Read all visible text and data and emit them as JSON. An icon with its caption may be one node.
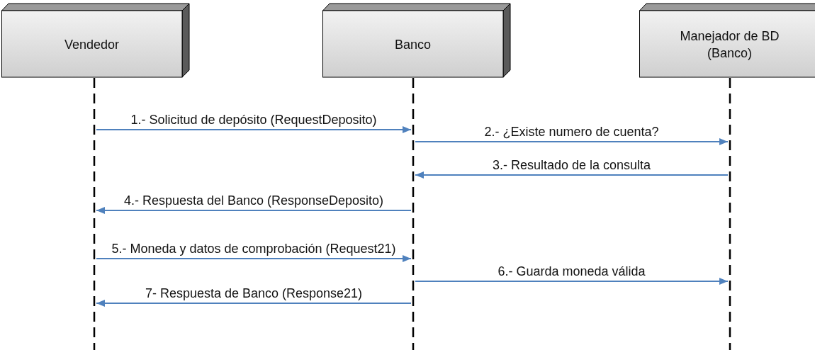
{
  "diagram": {
    "nodes": [
      {
        "text": [
          "Vendedor"
        ]
      },
      {
        "text": [
          "Banco"
        ]
      },
      {
        "text": [
          "Manejador de BD (Banco)"
        ]
      },
      {
        "text": [],
        "shape": "line"
      },
      {
        "text": [],
        "shape": "line"
      },
      {
        "text": [],
        "shape": "line"
      }
    ],
    "edges": [
      {
        "from": 3,
        "to": 4,
        "arrow": "to",
        "label": "1.- Solicitud de depósito (RequestDeposito)"
      },
      {
        "from": 4,
        "to": 5,
        "arrow": "to",
        "label": "2.- ¿Existe numero de cuenta?"
      },
      {
        "from": 5,
        "to": 4,
        "arrow": "to",
        "label": "3.- Resultado de la consulta"
      },
      {
        "from": 4,
        "to": 3,
        "arrow": "to",
        "label": "4.- Respuesta del Banco (ResponseDeposito)"
      },
      {
        "from": 3,
        "to": 4,
        "arrow": "to",
        "label": "5.- Moneda y datos de comprobación (Request21)"
      },
      {
        "from": 4,
        "to": 5,
        "arrow": "to",
        "label": "6.- Guarda moneda válida"
      },
      {
        "from": 4,
        "to": 3,
        "arrow": "to",
        "label": "7- Respuesta de Banco (Response21)"
      }
    ]
  }
}
